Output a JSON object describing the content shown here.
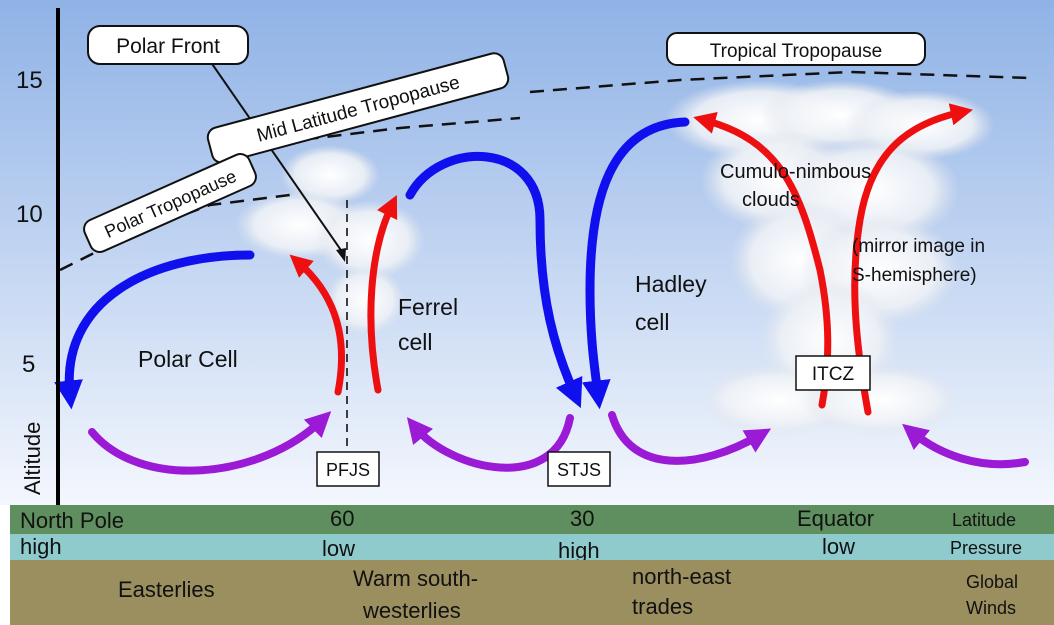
{
  "axis": {
    "label": "Altitude",
    "ticks": [
      "15",
      "10",
      "5"
    ]
  },
  "boxes": {
    "polar_front": "Polar Front",
    "tropical_tropopause": "Tropical Tropopause",
    "mid_latitude_tropopause": "Mid Latitude Tropopause",
    "polar_tropopause": "Polar Tropopause",
    "pfjs": "PFJS",
    "stjs": "STJS",
    "itcz": "ITCZ"
  },
  "cells": {
    "polar": "Polar Cell",
    "ferrel_1": "Ferrel",
    "ferrel_2": "cell",
    "hadley_1": "Hadley",
    "hadley_2": "cell",
    "clouds_1": "Cumulo-nimbous",
    "clouds_2": "clouds",
    "mirror_1": "(mirror image in",
    "mirror_2": "S-hemisphere)"
  },
  "latitude_band": {
    "north_pole": "North Pole",
    "sixty": "60",
    "thirty": "30",
    "equator": "Equator",
    "label": "Latitude"
  },
  "pressure_band": {
    "high_1": "high",
    "low_1": "low",
    "high_2": "high",
    "low_2": "low",
    "label": "Pressure"
  },
  "winds_band": {
    "easterlies": "Easterlies",
    "warm_1": "Warm south-",
    "warm_2": "westerlies",
    "ne_1": "north-east",
    "ne_2": "trades",
    "label_1": "Global",
    "label_2": "Winds"
  },
  "colors": {
    "sky_top": "#8fb2e6",
    "sky_bottom": "#f4f7fd",
    "latitude_band": "#5f8f5f",
    "pressure_band": "#8fcbcc",
    "winds_band": "#9b8f5f",
    "arrow_blue": "#1010ee",
    "arrow_red": "#ee1010",
    "arrow_purple": "#9a1ad6"
  }
}
